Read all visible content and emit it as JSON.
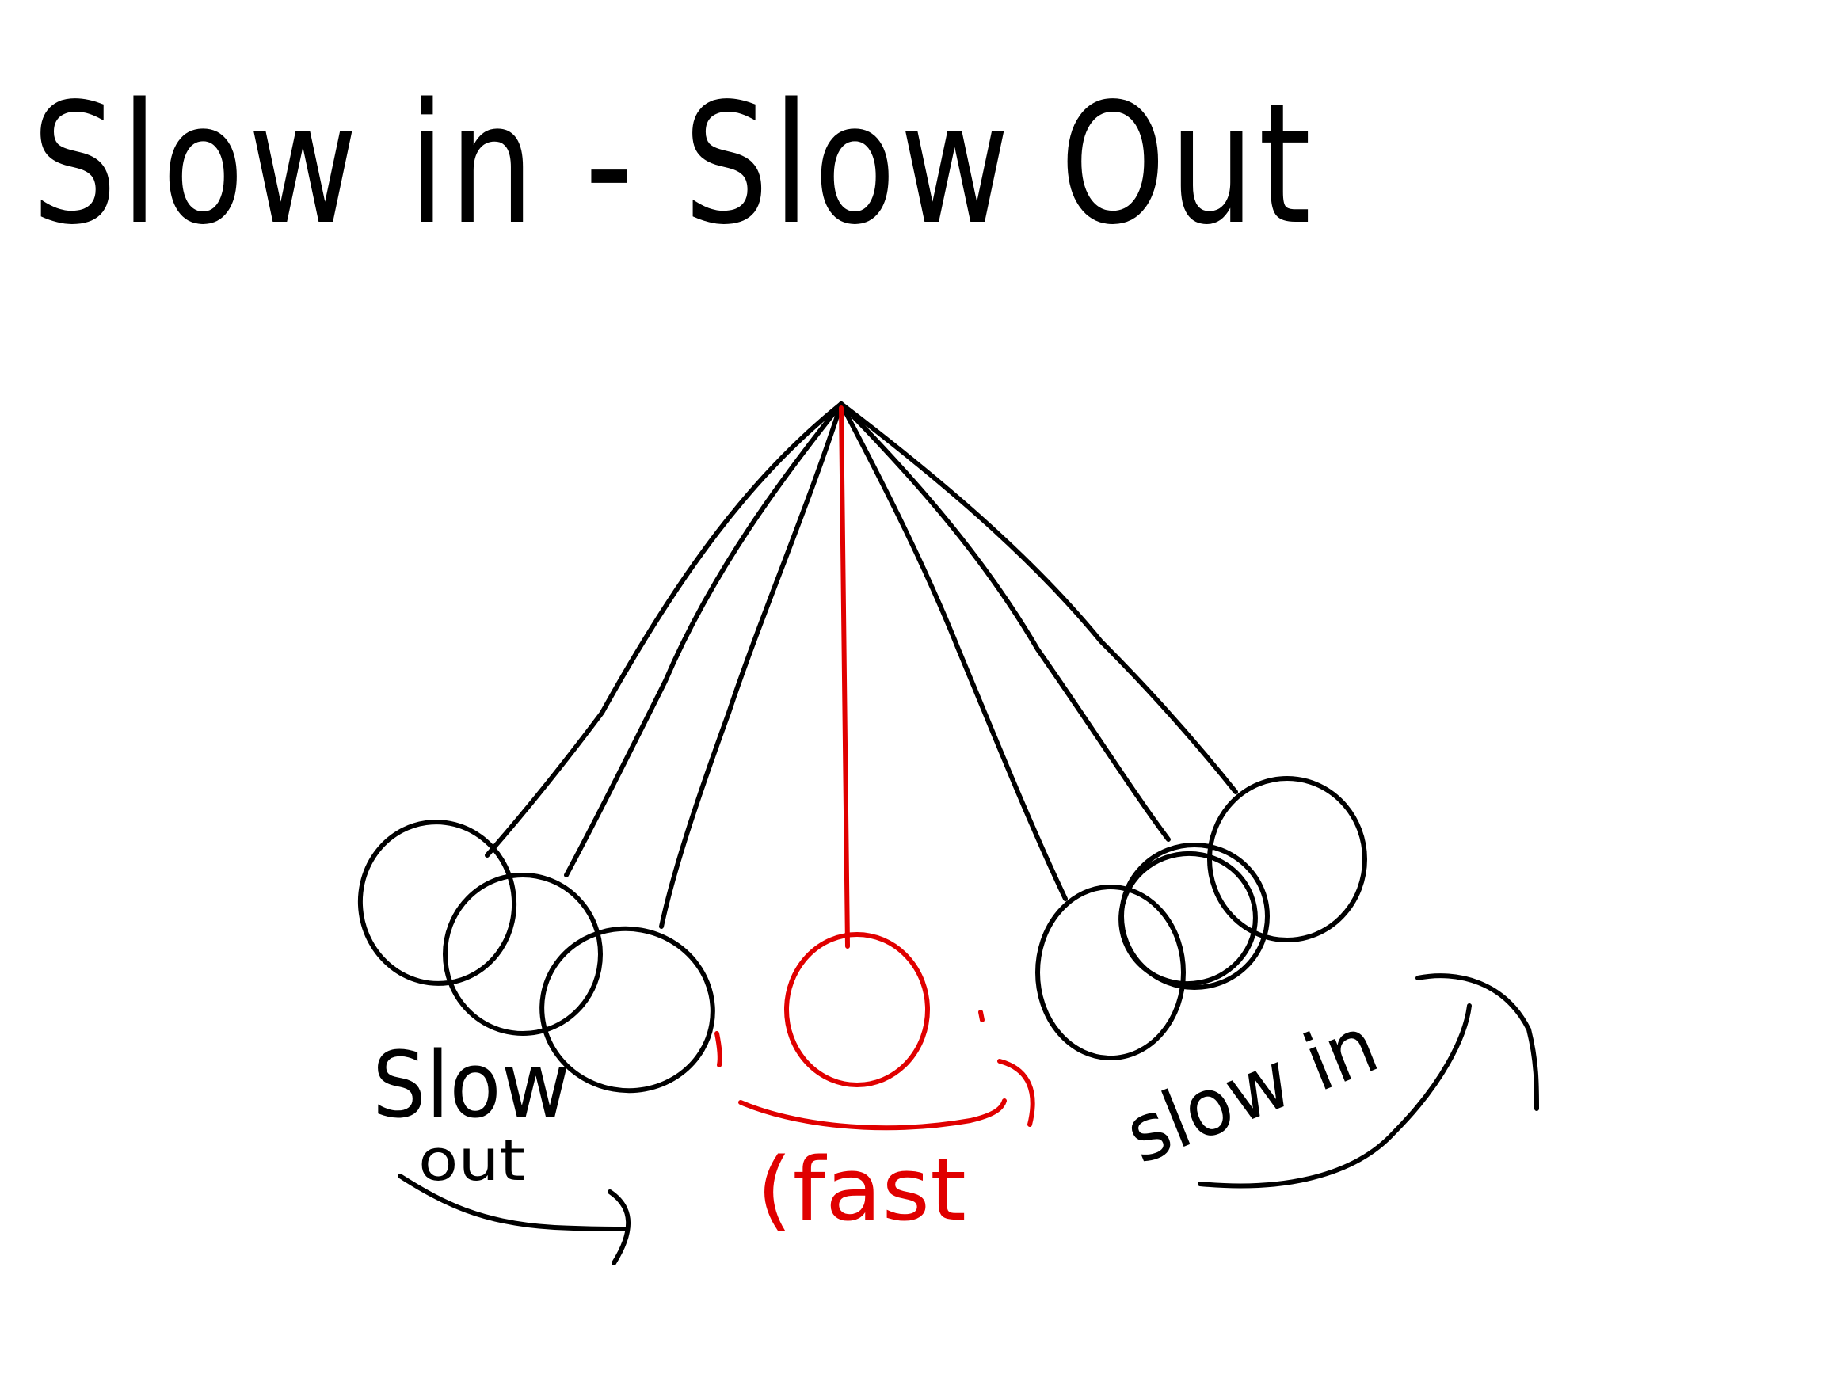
{
  "title": "Slow in - Slow Out",
  "labels": {
    "slow_out_big": "Slow",
    "slow_out_small": "out",
    "fast": "(fast",
    "slow_in": "slow in"
  },
  "colors": {
    "ink": "#000000",
    "highlight": "#e00000",
    "background": "#ffffff"
  }
}
